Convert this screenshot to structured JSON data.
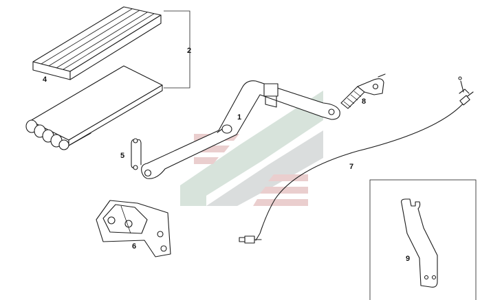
{
  "labels": {
    "p1": "1",
    "p2": "2",
    "p4": "4",
    "p5": "5",
    "p6": "6",
    "p7": "7",
    "p8": "8",
    "p9": "9"
  },
  "colors": {
    "line": "#1a1a1a",
    "watermark_red": "#e8c9c9",
    "watermark_green": "#cfe0d6",
    "watermark_grey": "#d9dcdc"
  },
  "icons": {
    "watermark": "chevron-logo-watermark"
  }
}
